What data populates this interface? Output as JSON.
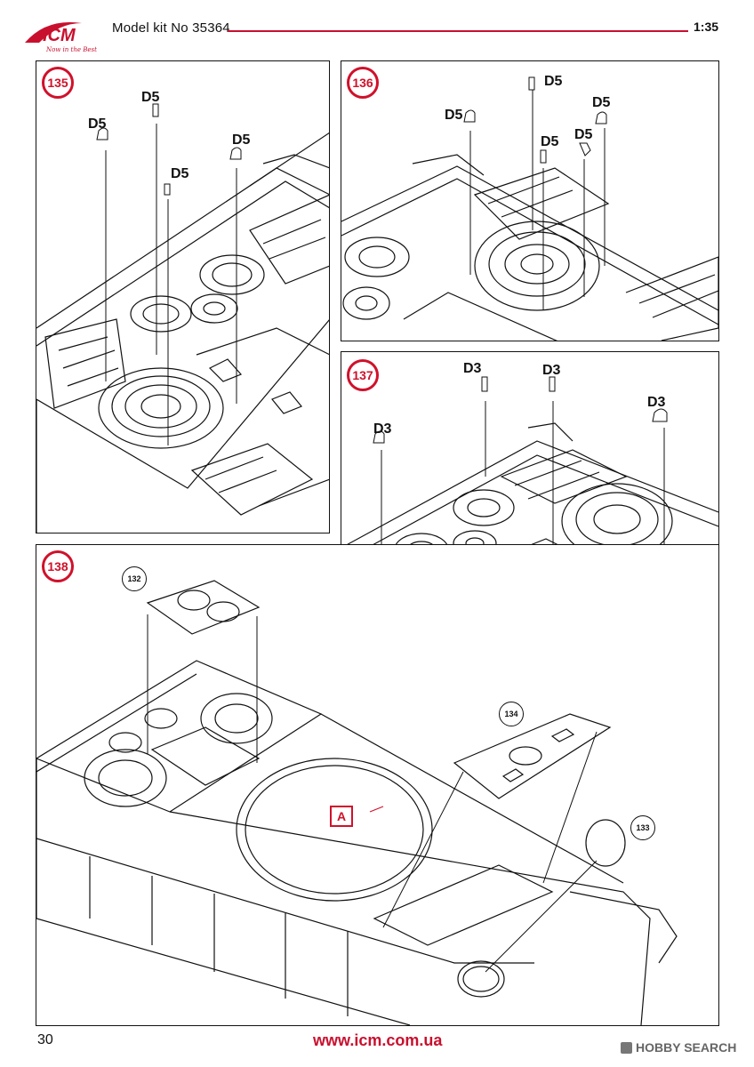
{
  "header": {
    "brand_logo": "ICM",
    "brand_tagline": "Now in the Best",
    "title": "Model kit No 35364",
    "scale": "1:35"
  },
  "steps": [
    {
      "number": "135",
      "parts": [
        "D5",
        "D5",
        "D5",
        "D5"
      ]
    },
    {
      "number": "136",
      "parts": [
        "D5",
        "D5",
        "D5",
        "D5",
        "D5"
      ]
    },
    {
      "number": "137",
      "parts": [
        "D3",
        "D3",
        "D3",
        "D3"
      ]
    },
    {
      "number": "138",
      "sub_steps": [
        "132",
        "134",
        "133"
      ],
      "marker": "A"
    }
  ],
  "footer": {
    "page_number": "30",
    "website": "www.icm.com.ua",
    "watermark": "HOBBY SEARCH"
  },
  "colors": {
    "accent": "#c8102e",
    "badge": "#d0112b"
  }
}
